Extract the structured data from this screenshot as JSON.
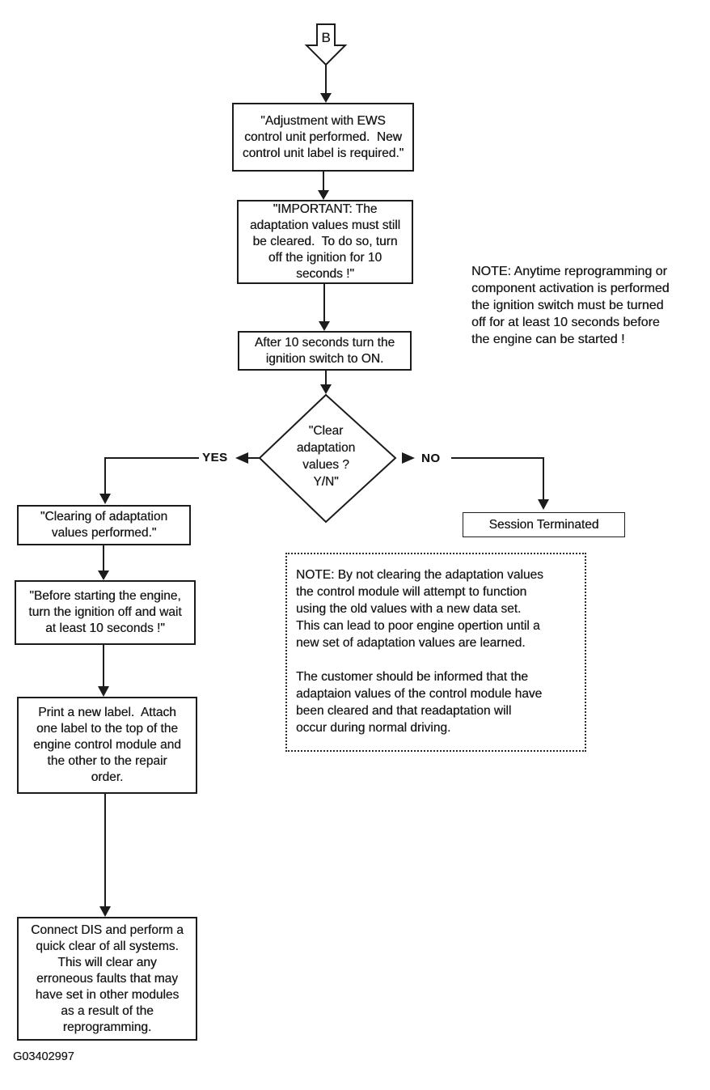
{
  "colors": {
    "ink": "#1b1b1b",
    "background": "#ffffff"
  },
  "connector_b": {
    "label": "B"
  },
  "boxes": {
    "adjustment": "\"Adjustment with EWS\ncontrol unit performed.  New\ncontrol unit label is required.\"",
    "important": "\"IMPORTANT: The\nadaptation values must still\nbe cleared.  To do so, turn\noff the ignition for 10\nseconds !\"",
    "after_ignition": "After 10 seconds turn the\nignition switch to ON.",
    "clearing_performed": "\"Clearing of adaptation\nvalues performed.\"",
    "before_starting": "\"Before starting the engine,\nturn the ignition off and wait\nat least 10 seconds !\"",
    "print_label": "Print a new label.  Attach\none label to the top of the\nengine control module and\nthe other to the repair\norder.",
    "connect_dis": "Connect DIS and perform a\nquick clear of all systems.\nThis will clear any\nerroneous faults that may\nhave set in other modules\nas a result of the\nreprogramming.",
    "session_terminated": "Session Terminated"
  },
  "decision": {
    "text": "\"Clear\nadaptation\nvalues ?\nY/N\"",
    "yes_label": "YES",
    "no_label": "NO"
  },
  "notes": {
    "ignition_note": "NOTE: Anytime reprogramming or\ncomponent activation is performed\nthe ignition switch must be turned\noff for at least 10 seconds before\nthe engine can be started !",
    "adaptation_note": "NOTE: By not clearing the adaptation values\nthe control module will attempt to function\nusing the old values with a new data set.\nThis can lead to poor engine opertion until a\nnew set of adaptation values are learned.\n\nThe customer should be informed that the\nadaptaion values of the control module have\nbeen cleared and that readaptation will\noccur during normal driving."
  },
  "figure_id": "G03402997"
}
